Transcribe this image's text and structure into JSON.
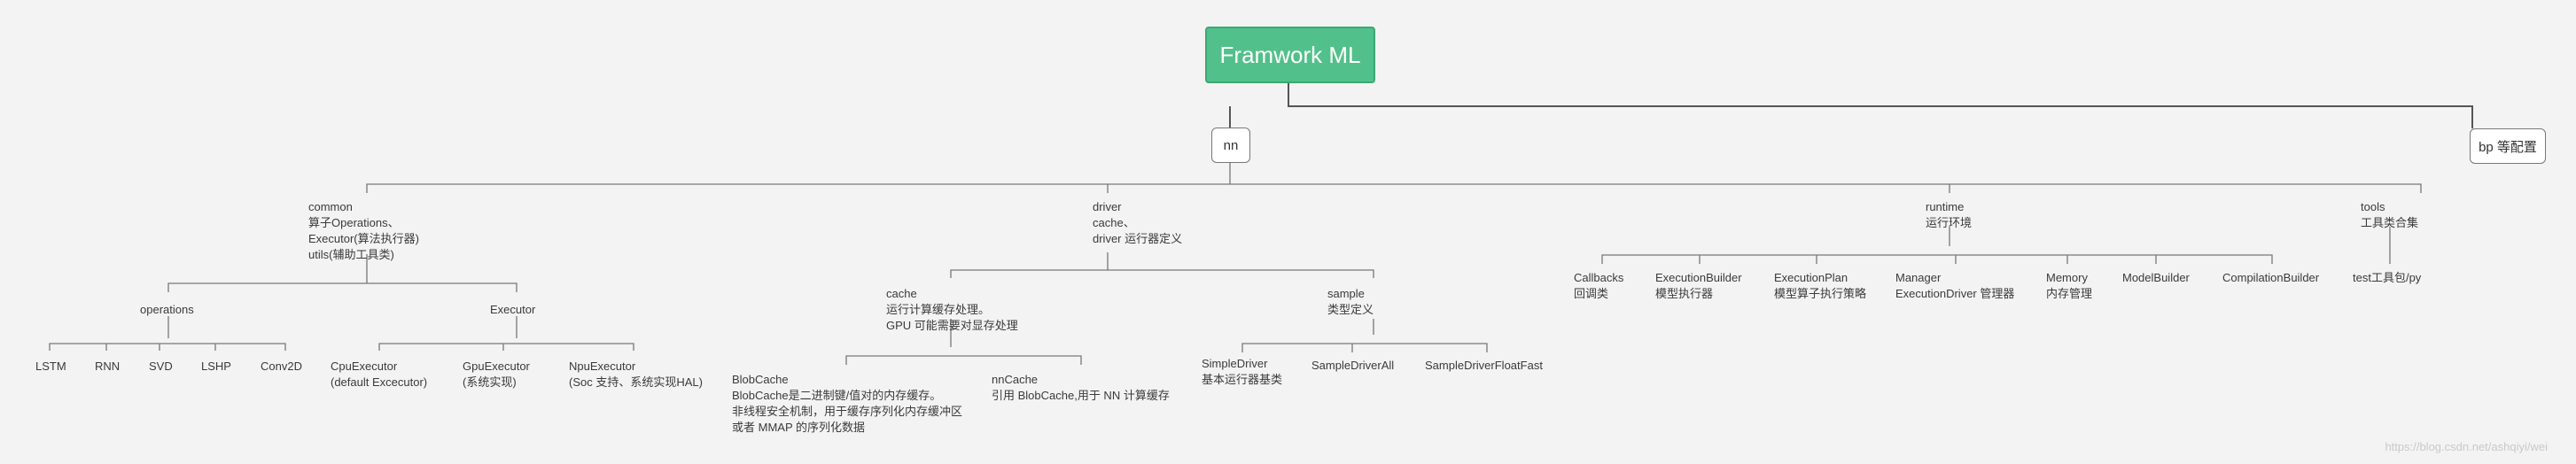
{
  "root": {
    "label": "Framwork ML"
  },
  "level1": {
    "nn": "nn",
    "bp": "bp 等配置"
  },
  "common": {
    "text": "common\n算子Operations、\nExecutor(算法执行器)\nutils(辅助工具类)"
  },
  "operations": {
    "label": "operations",
    "children": [
      "LSTM",
      "RNN",
      "SVD",
      "LSHP",
      "Conv2D"
    ]
  },
  "executor": {
    "label": "Executor",
    "children": [
      "CpuExecutor\n(default Excecutor)",
      "GpuExecutor\n(系统实现)",
      "NpuExecutor\n(Soc 支持、系统实现HAL)"
    ]
  },
  "driver": {
    "text": "driver\ncache、\ndriver 运行器定义"
  },
  "cache": {
    "text": "cache\n运行计算缓存处理。\nGPU 可能需要对显存处理",
    "children": [
      "BlobCache\nBlobCache是二进制键/值对的内存缓存。\n非线程安全机制，用于缓存序列化内存缓冲区\n或者 MMAP 的序列化数据",
      "nnCache\n引用 BlobCache,用于 NN 计算缓存"
    ]
  },
  "sample": {
    "text": "sample\n类型定义",
    "children": [
      "SimpleDriver\n基本运行器基类",
      "SampleDriverAll",
      "SampleDriverFloatFast"
    ]
  },
  "runtime": {
    "text": "runtime\n运行环境",
    "children": [
      "Callbacks\n回调类",
      "ExecutionBuilder\n模型执行器",
      "ExecutionPlan\n模型算子执行策略",
      "Manager\nExecutionDriver 管理器",
      "Memory\n内存管理",
      "ModelBuilder",
      "CompilationBuilder"
    ]
  },
  "tools": {
    "text": "tools\n工具类合集",
    "children": [
      "test工具包/py"
    ]
  },
  "watermark": "https://blog.csdn.net/ashqiyi/wei"
}
